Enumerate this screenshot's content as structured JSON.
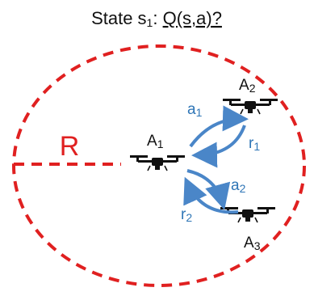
{
  "title": {
    "prefix": "State s",
    "prefix_sub": "1",
    "suffix_a": ": ",
    "suffix_b": "Q(s,a)?"
  },
  "radius_label": "R",
  "agents": [
    {
      "id": "A1",
      "name": "A",
      "sub": "1"
    },
    {
      "id": "A2",
      "name": "A",
      "sub": "2"
    },
    {
      "id": "A3",
      "name": "A",
      "sub": "3"
    }
  ],
  "actions": [
    {
      "id": "a1",
      "name": "a",
      "sub": "1"
    },
    {
      "id": "a2",
      "name": "a",
      "sub": "2"
    }
  ],
  "rewards": [
    {
      "id": "r1",
      "name": "r",
      "sub": "1"
    },
    {
      "id": "r2",
      "name": "r",
      "sub": "2"
    }
  ],
  "colors": {
    "boundary": "#e02020",
    "arrows": "#4a86c8",
    "labels_blue": "#2e75b6",
    "text": "#111111",
    "drone": "#111111"
  },
  "icons": [
    "drone-icon",
    "arrow-icon"
  ]
}
